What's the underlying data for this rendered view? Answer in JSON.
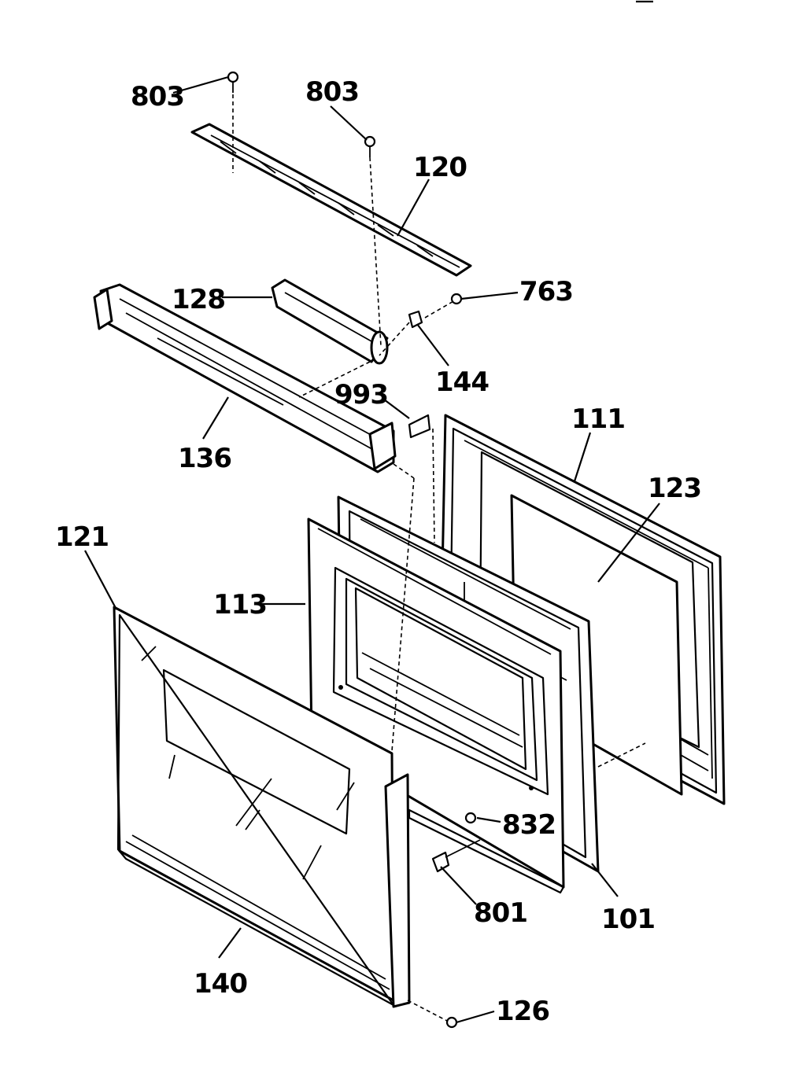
{
  "diagram": {
    "colors": {
      "line": "#000000",
      "background": "#ffffff"
    },
    "parts": [
      {
        "id": "p803a",
        "label": "803"
      },
      {
        "id": "p803b",
        "label": "803"
      },
      {
        "id": "p120",
        "label": "120"
      },
      {
        "id": "p128",
        "label": "128"
      },
      {
        "id": "p763",
        "label": "763"
      },
      {
        "id": "p144",
        "label": "144"
      },
      {
        "id": "p993",
        "label": "993"
      },
      {
        "id": "p136",
        "label": "136"
      },
      {
        "id": "p111",
        "label": "111"
      },
      {
        "id": "p123",
        "label": "123"
      },
      {
        "id": "p121",
        "label": "121"
      },
      {
        "id": "p113",
        "label": "113"
      },
      {
        "id": "p832",
        "label": "832"
      },
      {
        "id": "p801",
        "label": "801"
      },
      {
        "id": "p101",
        "label": "101"
      },
      {
        "id": "p140",
        "label": "140"
      },
      {
        "id": "p126",
        "label": "126"
      }
    ]
  }
}
